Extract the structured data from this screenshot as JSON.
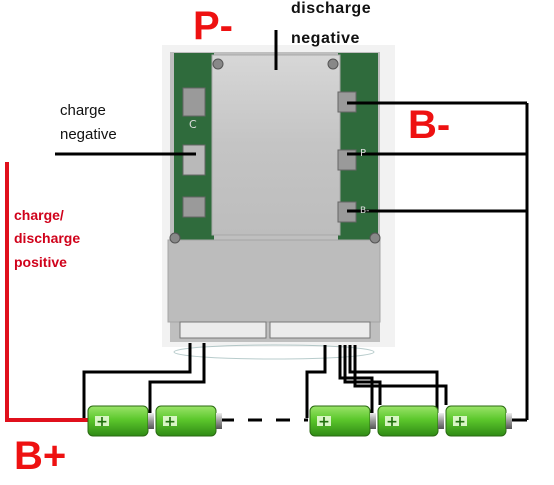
{
  "labels": {
    "p_minus": "P-",
    "discharge": "discharge",
    "negative": "negative",
    "charge": "charge",
    "charge_negative": "negative",
    "b_minus": "B-",
    "charge_discharge_1": "charge/",
    "charge_discharge_2": "discharge",
    "positive": "positive",
    "b_plus": "B+"
  },
  "board_marks": {
    "c_label": "C",
    "p_label": "P",
    "b_label": "B-"
  },
  "colors": {
    "board": "#c9c9c9",
    "pcb": "#2f6b3c",
    "battery_green": "#6fd13c",
    "wire_black": "#000000",
    "wire_red": "#e0101c",
    "label_red": "#ee1111"
  },
  "battery_count_shown": 5
}
